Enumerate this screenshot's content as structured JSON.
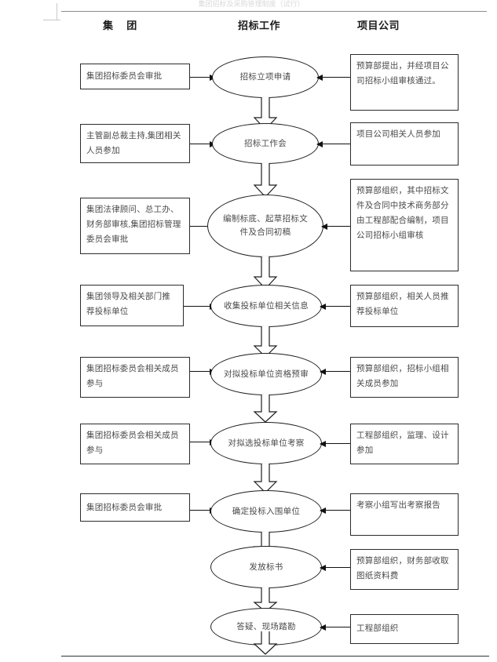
{
  "document": {
    "faint_header": "集团招标及采购管理制度（试行）",
    "columns": [
      {
        "id": "group",
        "label": "集 团"
      },
      {
        "id": "bidding",
        "label": "招标工作"
      },
      {
        "id": "project",
        "label": "项目公司"
      }
    ]
  },
  "rows": [
    {
      "left": "集团招标委员会审批",
      "center": "招标立项申请",
      "right": "预算部提出，并经项目公司招标小组审核通过。"
    },
    {
      "left": "主管副总裁主持,集团相关人员参加",
      "center": "招标工作会",
      "right": "项目公司相关人员参加"
    },
    {
      "left": "集团法律顾问、总工办、财务部审核,集团招标管理委员会审批",
      "center": "编制标底、起草招标文件及合同初稿",
      "right": "预算部组织，其中招标文件及合同中技术商务部分由工程部配合编制，项目公司招标小组审核"
    },
    {
      "left": "集团领导及相关部门推荐投标单位",
      "center": "收集投标单位相关信息",
      "right": "预算部组织，相关人员推荐投标单位"
    },
    {
      "left": "集团招标委员会相关成员参与",
      "center": "对拟投标单位资格预审",
      "right": "预算部组织，招标小组相关成员参加"
    },
    {
      "left": "集团招标委员会相关成员参与",
      "center": "对拟选投标单位考察",
      "right": "工程部组织，监理、设计参加"
    },
    {
      "left": "集团招标委员会审批",
      "center": "确定投标入围单位",
      "right": "考察小组写出考察报告"
    },
    {
      "left": "",
      "center": "发放标书",
      "right": "预算部组织，财务部收取图纸资料费"
    },
    {
      "left": "",
      "center": "答疑、现场踏勘",
      "right": "工程部组织"
    }
  ],
  "colors": {
    "stroke": "#1e1e1e",
    "text": "#4a4a4a",
    "heading": "#1a1a1a",
    "rule": "#8d8d8d",
    "page": "#ffffff"
  }
}
